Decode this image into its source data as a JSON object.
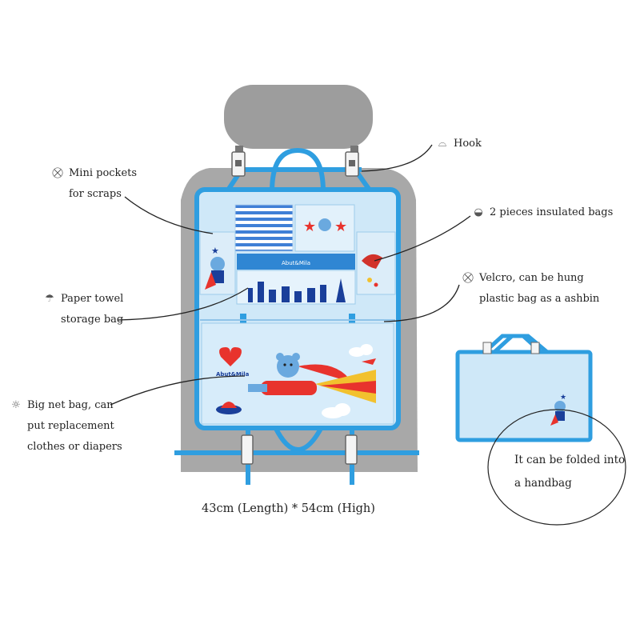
{
  "labels": {
    "mini_pockets": {
      "icon": "basket-icon",
      "line1": "Mini pockets",
      "line2": "for scraps"
    },
    "hook": {
      "icon": "hook-icon",
      "text": "Hook"
    },
    "insulated": {
      "icon": "cup-icon",
      "text": "2 pieces insulated bags"
    },
    "velcro": {
      "icon": "basket-icon",
      "line1": "Velcro, can be hung",
      "line2": "plastic bag as a ashbin"
    },
    "paper_towel": {
      "icon": "umbrella-icon",
      "line1": "Paper towel",
      "line2": "storage bag"
    },
    "net_bag": {
      "icon": "sun-icon",
      "line1": "Big net bag, can",
      "line2": "put replacement",
      "line3": "clothes or diapers"
    },
    "folded": {
      "line1": "It can be folded into",
      "line2": "a handbag"
    }
  },
  "dimensions": "43cm (Length) *  54cm (High)",
  "brand": "Abut&Mila",
  "colors": {
    "seat": "#a9a9a9",
    "headrest": "#9b9b9b",
    "organizer": "#cfe8f8",
    "trim": "#2f9ee0",
    "text": "#222222"
  }
}
